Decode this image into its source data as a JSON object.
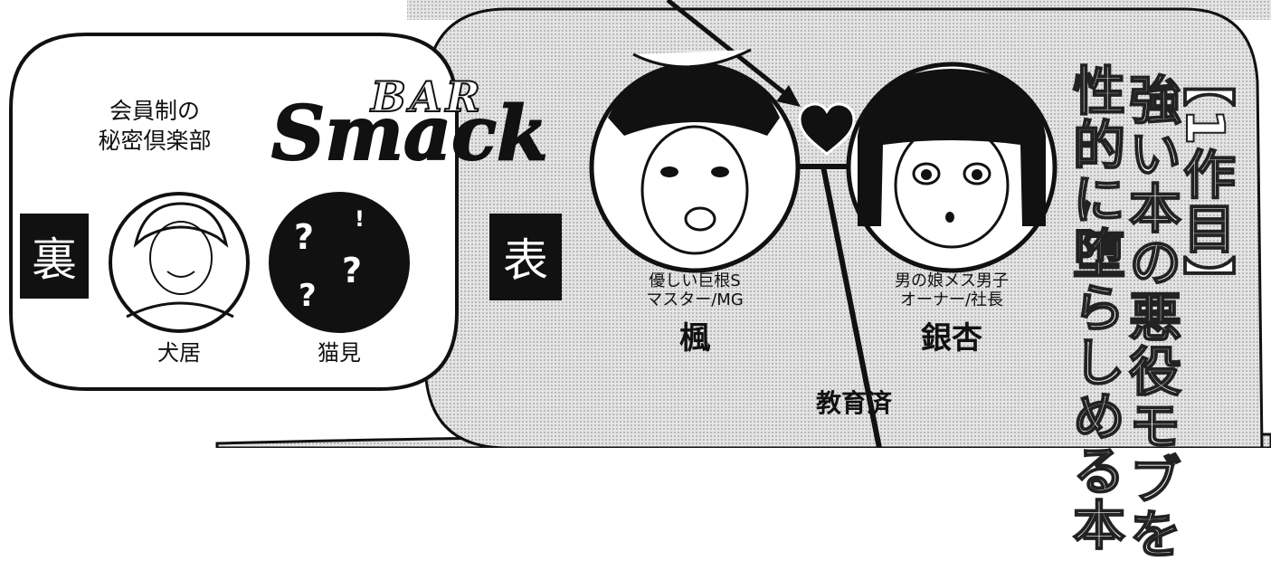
{
  "club": {
    "description_line1": "会員制の",
    "description_line2": "秘密倶楽部"
  },
  "logo": {
    "top": "BAR",
    "bottom": "Smack"
  },
  "ura": {
    "tag": "裏",
    "members": [
      {
        "name": "犬居",
        "icon": "portrait-icon"
      },
      {
        "name": "猫見",
        "icon": "question-marks-icon"
      }
    ]
  },
  "omote": {
    "tag": "表",
    "characters": [
      {
        "desc_line1": "優しい巨根S",
        "desc_line2": "マスター/MG",
        "name": "楓"
      },
      {
        "desc_line1": "男の娘メス男子",
        "desc_line2": "オーナー/社長",
        "name": "銀杏"
      }
    ],
    "relation_icon": "heart-icon",
    "educated_label": "教育済"
  },
  "headline": {
    "line1": "【1作目】",
    "line2": "強い本の悪役モブを",
    "line3": "性的に堕らしめる本"
  },
  "colors": {
    "screentone": "#d9d9d9",
    "ink": "#111111"
  }
}
